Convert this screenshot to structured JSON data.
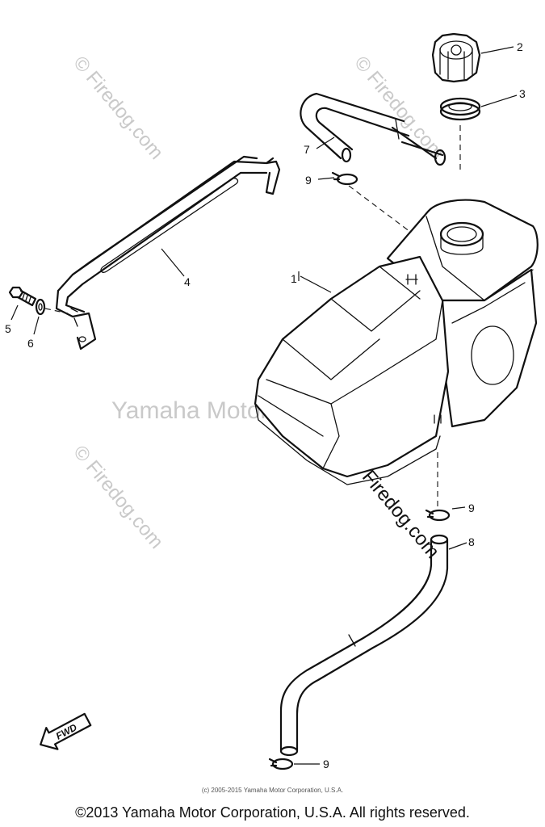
{
  "diagram": {
    "callouts": {
      "part_1": "1",
      "part_2": "2",
      "part_3": "3",
      "part_4": "4",
      "part_5": "5",
      "part_6": "6",
      "part_7": "7",
      "part_8": "8",
      "part_9_a": "9",
      "part_9_b": "9",
      "part_9_c": "9"
    },
    "fwd_label": "FWD",
    "watermarks": {
      "center": "Yamaha Motor Corp., U.S.A.",
      "firedog_1": "© Firedog.com",
      "firedog_2": "© Firedog.com",
      "firedog_3": "© Firedog.com",
      "firedog_4": "© Firedog.com"
    }
  },
  "footer": {
    "small_copyright": "(c) 2005-2015 Yamaha Motor Corporation, U.S.A.",
    "main_copyright": "©2013 Yamaha Motor Corporation, U.S.A. All rights reserved."
  }
}
